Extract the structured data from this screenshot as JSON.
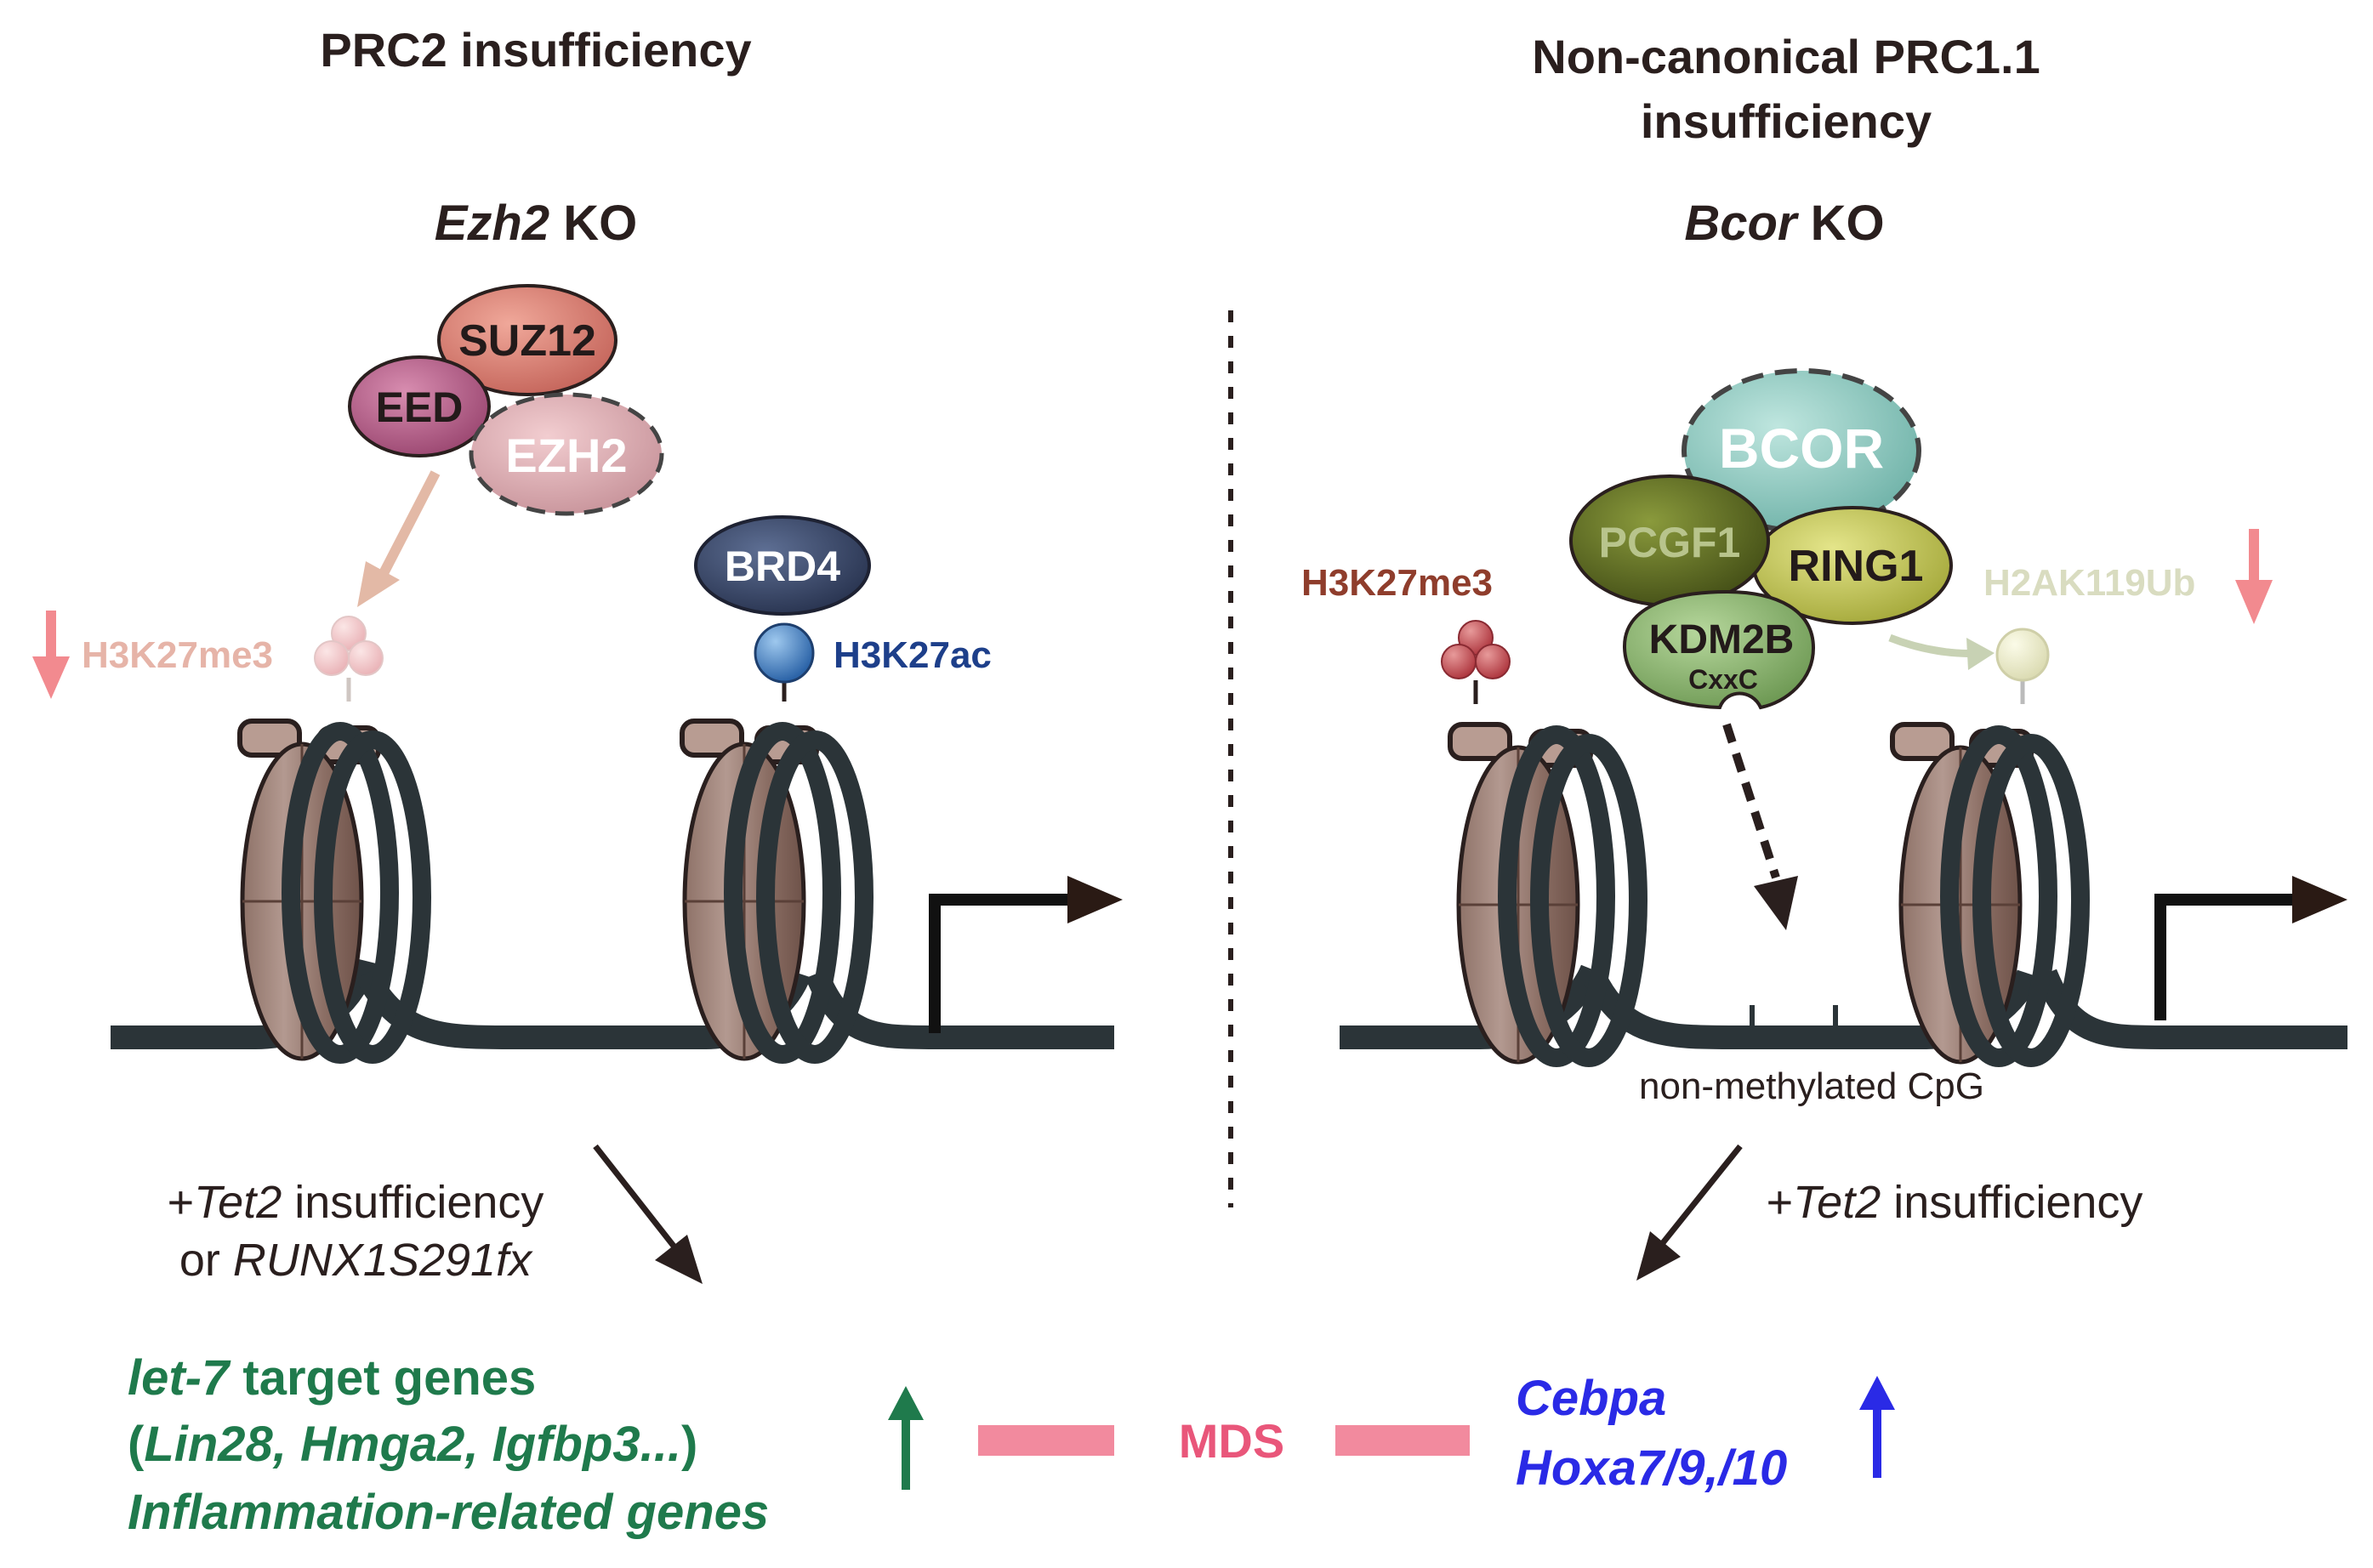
{
  "left": {
    "heading": "PRC2 insufficiency",
    "ko_gene": "Ezh2",
    "ko_suffix": "KO",
    "proteins": {
      "suz12": "SUZ12",
      "eed": "EED",
      "ezh2": "EZH2",
      "brd4": "BRD4"
    },
    "marks": {
      "h3k27me3": "H3K27me3",
      "h3k27ac": "H3K27ac"
    },
    "note_line1_prefix": "+",
    "note_line1_gene": "Tet2",
    "note_line1_suffix": " insufficiency",
    "note_line2_prefix": "or ",
    "note_line2_gene": "RUNX1S291fx",
    "genes_line1_italic": "let-7",
    "genes_line1_rest": " target genes",
    "genes_line2_open": "(",
    "genes_line2_italic": "Lin28, Hmga2, Igfbp3...",
    "genes_line2_close": ")",
    "genes_line3": "Inflammation-related genes"
  },
  "right": {
    "heading_line1": "Non-canonical PRC1.1",
    "heading_line2": "insufficiency",
    "ko_gene": "Bcor",
    "ko_suffix": "KO",
    "proteins": {
      "bcor": "BCOR",
      "pcgf1": "PCGF1",
      "ring1": "RING1",
      "kdm2b": "KDM2B",
      "cxxc": "CxxC"
    },
    "marks": {
      "h3k27me3": "H3K27me3",
      "h2ak119ub": "H2AK119Ub"
    },
    "cpg_label": "non-methylated CpG",
    "note_prefix": "+",
    "note_gene": "Tet2",
    "note_suffix": " insufficiency",
    "genes_line1": "Cebpa",
    "genes_line2": "Hoxa7/9,/10"
  },
  "center": {
    "outcome": "MDS"
  },
  "colors": {
    "up_green": "#1f7a4c",
    "up_blue": "#2a2ae6",
    "down_pink": "#f28a8f",
    "mds_pink": "#e9567a",
    "dna": "#2b3438"
  }
}
